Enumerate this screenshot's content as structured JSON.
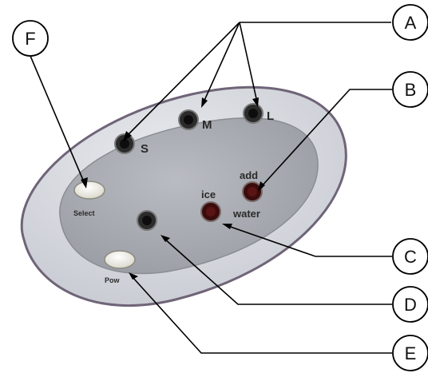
{
  "panel_labels": {
    "small": "S",
    "medium": "M",
    "large": "L",
    "add": "add",
    "ice": "ice",
    "water": "water",
    "select": "Select",
    "power": "Pow"
  },
  "callouts": [
    "A",
    "B",
    "C",
    "D",
    "E",
    "F"
  ],
  "colors": {
    "panel_outer": "#d6d8df",
    "panel_rim": "#6f6478",
    "panel_inner": "#a9acb2",
    "button": "#f1efe6",
    "indicator_red": "#5a1414",
    "indicator_dark": "#1c1c1c",
    "leader_line": "#000000"
  }
}
